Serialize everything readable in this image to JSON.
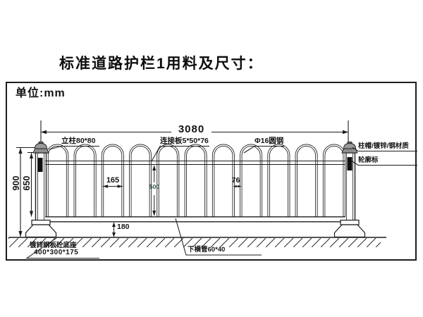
{
  "title": "标准道路护栏1用料及尺寸：",
  "unit_label": "单位:mm",
  "dimensions": {
    "overall_width": "3080",
    "post_height": "900",
    "panel_height": "650",
    "hoop_width": "165",
    "hoop_height": "500",
    "hoop_gap": "76",
    "ground_clearance": "180"
  },
  "labels": {
    "post": "立柱80*80",
    "connector_plate": "连接板5*50*76",
    "round_steel": "Φ16圆钢",
    "post_cap": "柱帽/镀锌/钢材质",
    "delineator": "轮廓标",
    "bottom_rail": "下横管60*40",
    "base_line1": "镀锌钢板砼底座",
    "base_line2": "400*300*175"
  },
  "drawing": {
    "hoop_count": 11,
    "line_color": "#1d1d1d",
    "accent_color": "#2f5144",
    "cap_color": "#8f8f8f",
    "reflector_color": "#101010"
  }
}
